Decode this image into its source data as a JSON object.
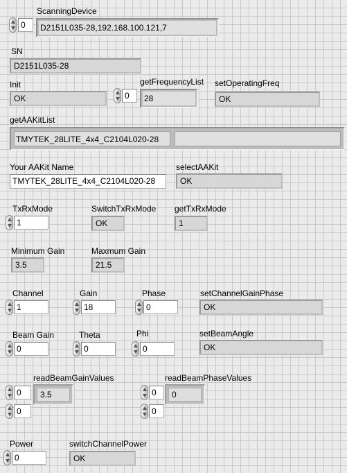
{
  "scanning": {
    "label": "ScanningDevice",
    "index": "0",
    "value": "D2151L035-28,192.168.100.121,7"
  },
  "sn": {
    "label": "SN",
    "value": "D2151L035-28"
  },
  "init": {
    "label": "Init",
    "value": "OK"
  },
  "freqlist": {
    "label": "getFrequencyList",
    "index": "0",
    "value": "28"
  },
  "setop": {
    "label": "setOperatingFreq",
    "value": "OK"
  },
  "aakitlist": {
    "label": "getAAKitList",
    "value": "TMYTEK_28LITE_4x4_C2104L020-28",
    "value2": ""
  },
  "aakitname": {
    "label": "Your AAKit Name",
    "value": "TMYTEK_28LITE_4x4_C2104L020-28"
  },
  "selectaakit": {
    "label": "selectAAKit",
    "value": "OK"
  },
  "txrx": {
    "label": "TxRxMode",
    "value": "1"
  },
  "switchtxrx": {
    "label": "SwitchTxRxMode",
    "value": "OK"
  },
  "gettxrx": {
    "label": "getTxRxMode",
    "value": "1"
  },
  "mingain": {
    "label": "Minimum Gain",
    "value": "3.5"
  },
  "maxgain": {
    "label": "Maxmum Gain",
    "value": "21.5"
  },
  "channel": {
    "label": "Channel",
    "value": "1"
  },
  "gain": {
    "label": "Gain",
    "value": "18"
  },
  "phase": {
    "label": "Phase",
    "value": "0"
  },
  "setchgp": {
    "label": "setChannelGainPhase",
    "value": "OK"
  },
  "beamgain": {
    "label": "Beam Gain",
    "value": "0"
  },
  "theta": {
    "label": "Theta",
    "value": "0"
  },
  "phi": {
    "label": "Phi",
    "value": "0"
  },
  "setbeam": {
    "label": "setBeamAngle",
    "value": "OK"
  },
  "readgain": {
    "label": "readBeamGainValues",
    "index1": "0",
    "index2": "0",
    "value": "3.5"
  },
  "readphase": {
    "label": "readBeamPhaseValues",
    "index1": "0",
    "index2": "0",
    "value": "0"
  },
  "power": {
    "label": "Power",
    "value": "0"
  },
  "switchpower": {
    "label": "switchChannelPower",
    "value": "OK"
  }
}
